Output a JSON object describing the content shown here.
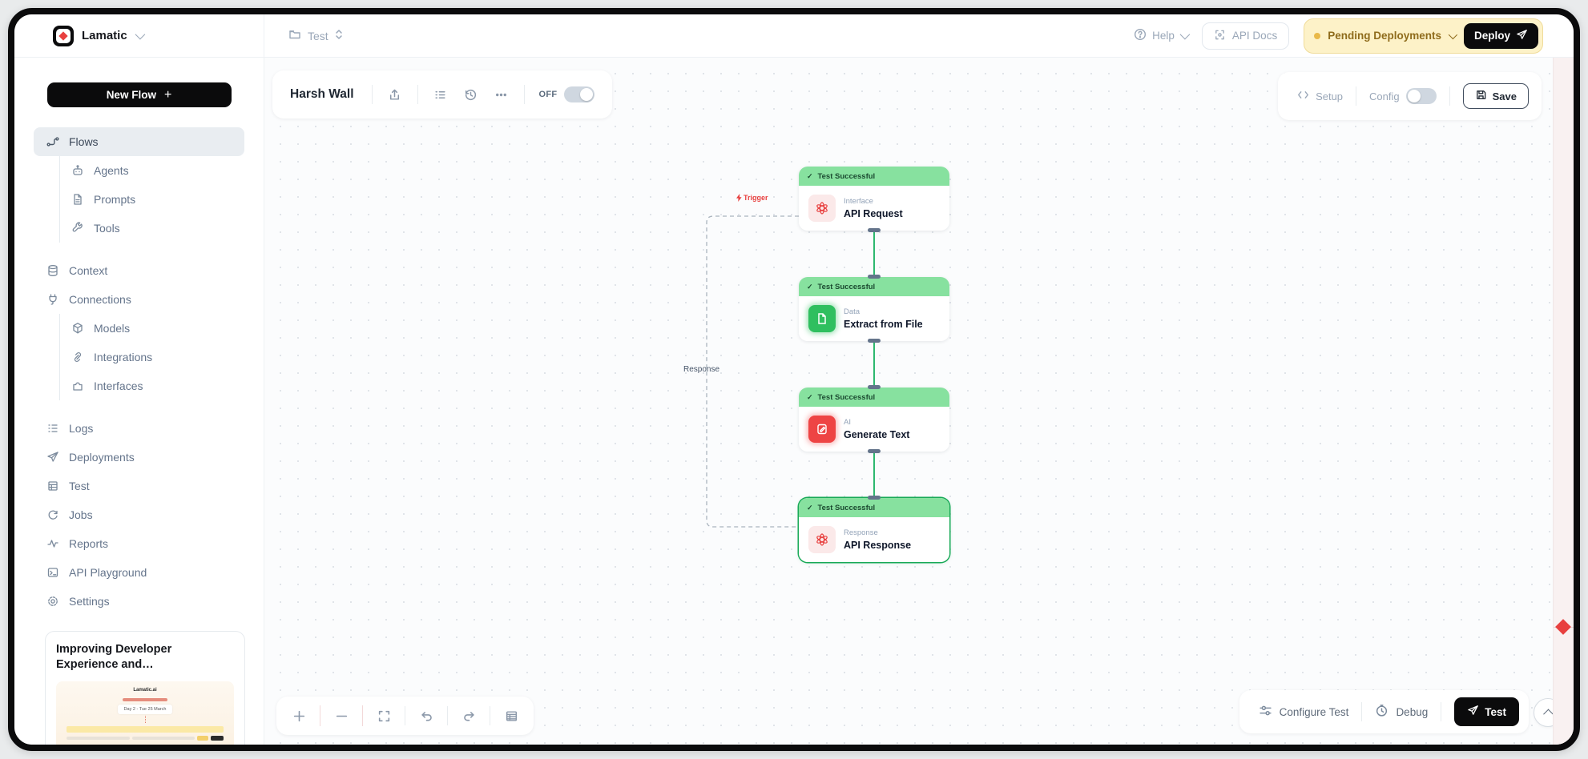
{
  "brand": {
    "name": "Lamatic"
  },
  "topbar": {
    "project": "Test",
    "help_label": "Help",
    "api_docs_label": "API Docs",
    "pending_label": "Pending Deployments",
    "deploy_label": "Deploy"
  },
  "sidebar": {
    "new_flow_label": "New Flow",
    "items": [
      {
        "label": "Flows",
        "icon": "flows-icon",
        "active": true
      },
      {
        "label": "Agents",
        "icon": "robot-icon",
        "indent": true
      },
      {
        "label": "Prompts",
        "icon": "document-icon",
        "indent": true
      },
      {
        "label": "Tools",
        "icon": "wrench-icon",
        "indent": true
      },
      {
        "label": "Context",
        "icon": "database-icon"
      },
      {
        "label": "Connections",
        "icon": "plug-icon"
      },
      {
        "label": "Models",
        "icon": "cube-icon",
        "indent": true
      },
      {
        "label": "Integrations",
        "icon": "link-icon",
        "indent": true
      },
      {
        "label": "Interfaces",
        "icon": "puzzle-icon",
        "indent": true
      },
      {
        "label": "Logs",
        "icon": "list-icon"
      },
      {
        "label": "Deployments",
        "icon": "paper-plane-icon"
      },
      {
        "label": "Test",
        "icon": "table-icon"
      },
      {
        "label": "Jobs",
        "icon": "refresh-icon"
      },
      {
        "label": "Reports",
        "icon": "activity-icon"
      },
      {
        "label": "API Playground",
        "icon": "terminal-icon"
      },
      {
        "label": "Settings",
        "icon": "gear-icon"
      }
    ],
    "promo": {
      "title": "Improving Developer Experience and…",
      "preview_brand": "Lamatic.ai",
      "preview_date": "Day 2 - Tue 25 March"
    }
  },
  "canvas": {
    "flow_title": "Harsh Wall",
    "off_label": "OFF",
    "setup_label": "Setup",
    "config_label": "Config",
    "save_label": "Save",
    "trigger_label": "Trigger",
    "response_label": "Response",
    "nodes": [
      {
        "status": "Test Successful",
        "category": "Interface",
        "title": "API Request",
        "icon": "flower-red-icon"
      },
      {
        "status": "Test Successful",
        "category": "Data",
        "title": "Extract from File",
        "icon": "file-green-icon"
      },
      {
        "status": "Test Successful",
        "category": "AI",
        "title": "Generate Text",
        "icon": "edit-red-icon"
      },
      {
        "status": "Test Successful",
        "category": "Response",
        "title": "API Response",
        "icon": "flower-red-icon"
      }
    ]
  },
  "footer": {
    "configure_test_label": "Configure Test",
    "debug_label": "Debug",
    "test_label": "Test"
  },
  "colors": {
    "node_header_green": "#87e19f",
    "edge_green": "#2eb870",
    "brand_red": "#e8403f",
    "pending_bg": "#fdf2c8",
    "pending_text": "#8f6c1c"
  }
}
